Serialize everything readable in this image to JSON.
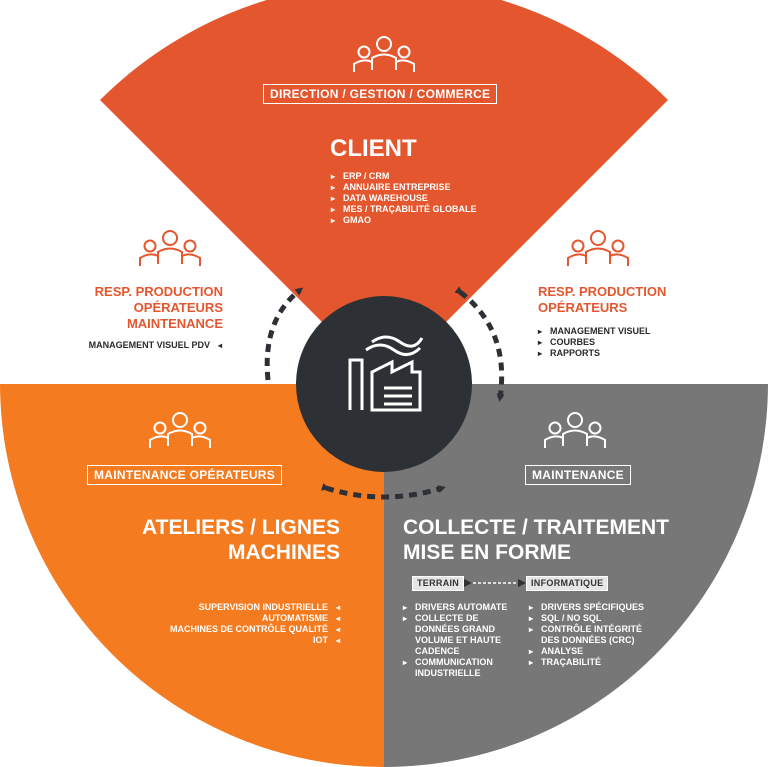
{
  "colors": {
    "top": "#e4572e",
    "left": "#f47b20",
    "right": "#777777",
    "center": "#2d3035",
    "dark_text": "#2a2a2a"
  },
  "top": {
    "tag": "DIRECTION / GESTION / COMMERCE",
    "title": "CLIENT",
    "items": [
      "ERP / CRM",
      "ANNUAIRE ENTREPRISE",
      "DATA WAREHOUSE",
      "MES / TRAÇABILITÉ GLOBALE",
      "GMAO"
    ]
  },
  "left_upper": {
    "lines": [
      "RESP. PRODUCTION",
      "OPÉRATEURS",
      "MAINTENANCE"
    ],
    "item": "MANAGEMENT VISUEL PDV"
  },
  "right_upper": {
    "lines": [
      "RESP. PRODUCTION",
      "OPÉRATEURS"
    ],
    "items": [
      "MANAGEMENT VISUEL",
      "COURBES",
      "RAPPORTS"
    ]
  },
  "left": {
    "tag": "MAINTENANCE OPÉRATEURS",
    "title_lines": [
      "ATELIERS / LIGNES",
      "MACHINES"
    ],
    "items": [
      "SUPERVISION INDUSTRIELLE",
      "AUTOMATISME",
      "MACHINES DE CONTRÔLE QUALITÉ",
      "IOT"
    ]
  },
  "right": {
    "tag": "MAINTENANCE",
    "title_lines": [
      "COLLECTE / TRAITEMENT",
      "MISE EN FORME"
    ],
    "tag_terrain": "TERRAIN",
    "tag_informatique": "INFORMATIQUE",
    "items_terrain": [
      "DRIVERS AUTOMATE",
      "COLLECTE DE DONNÉES GRAND VOLUME ET HAUTE CADENCE",
      "COMMUNICATION INDUSTRIELLE"
    ],
    "items_informatique": [
      "DRIVERS SPÉCIFIQUES",
      "SQL / NO SQL",
      "CONTRÔLE INTÉGRITÉ DES DONNÉES (CRC)",
      "ANALYSE",
      "TRAÇABILITÉ"
    ]
  }
}
